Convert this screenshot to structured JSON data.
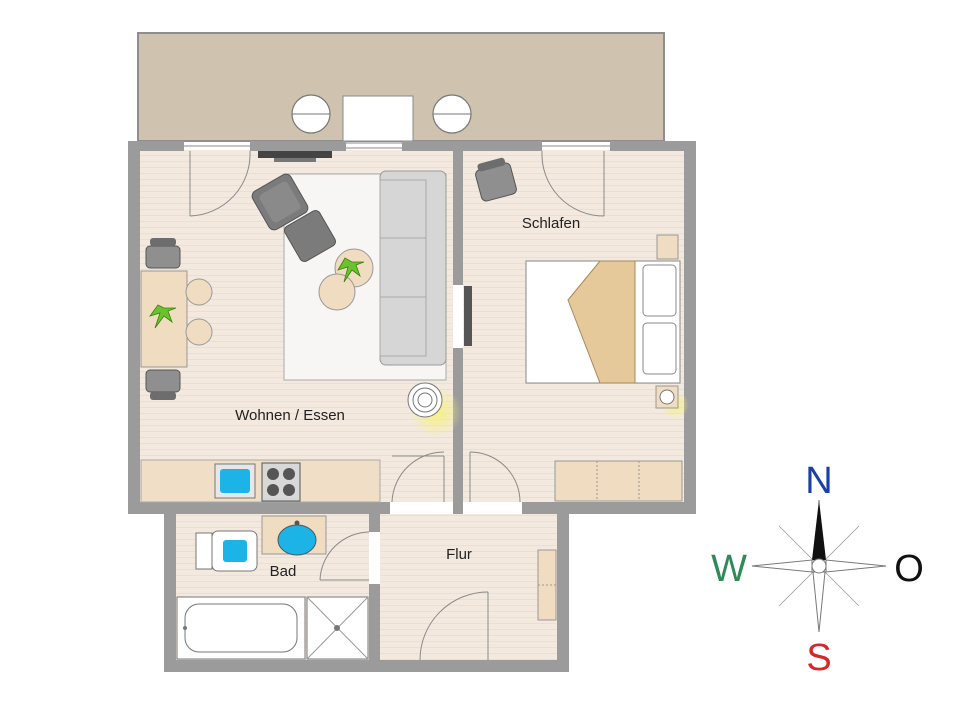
{
  "rooms": {
    "living": "Wohnen / Essen",
    "bedroom": "Schlafen",
    "bath": "Bad",
    "hall": "Flur"
  },
  "compass": {
    "north": "N",
    "south": "S",
    "west": "W",
    "east": "O",
    "north_color": "#1a3fa8",
    "south_color": "#d8262a",
    "west_color": "#2e8b57",
    "east_color": "#111111"
  },
  "colors": {
    "wall": "#9b9b9b",
    "floor": "#f3e9df",
    "balcony": "#cfc3b0",
    "counter": "#f0dfc6",
    "sink_blue": "#1cb3e6",
    "furniture_gray": "#7b7b7b",
    "sofa_gray": "#d6d6d6",
    "bed_blanket": "#e6c99b",
    "plant_green": "#6ac22c",
    "lamp_glow": "#f4f08a"
  }
}
